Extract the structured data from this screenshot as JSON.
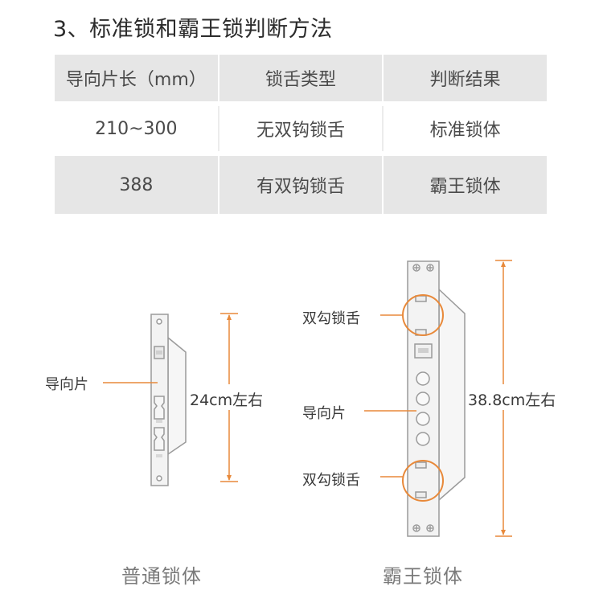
{
  "title": "3、标准锁和霸王锁判断方法",
  "table": {
    "headers": [
      "导向片长（mm）",
      "锁舌类型",
      "判断结果"
    ],
    "rows": [
      [
        "210~300",
        "无双钩锁舌",
        "标准锁体"
      ],
      [
        "388",
        "有双钩锁舌",
        "霸王锁体"
      ]
    ]
  },
  "diagram": {
    "standard": {
      "guide_label": "导向片",
      "dimension_label": "24cm左右",
      "caption": "普通锁体"
    },
    "overlord": {
      "hook_label_top": "双勾锁舌",
      "guide_label": "导向片",
      "hook_label_bottom": "双勾锁舌",
      "dimension_label": "38.8cm左右",
      "caption": "霸王锁体"
    },
    "colors": {
      "accent": "#e8893a",
      "outline": "#9a9a9a",
      "fill": "#f2f2f2"
    }
  }
}
